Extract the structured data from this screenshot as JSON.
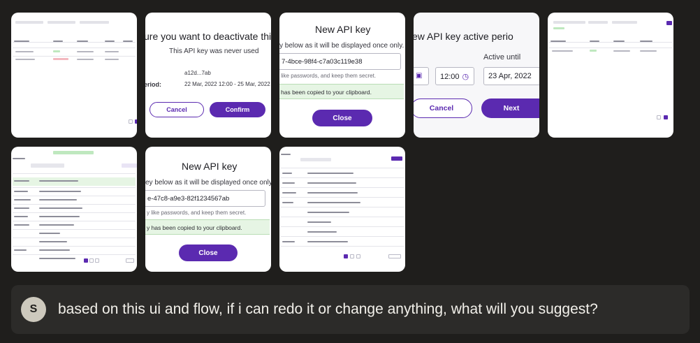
{
  "thumbs": {
    "deactivate": {
      "title": "ure you want to deactivate this",
      "subtitle": "This API key was never used",
      "key_value": "a12d...7ab",
      "period_label": "eriod:",
      "period_value": "22 Mar, 2022 12:00 - 25 Mar, 2022",
      "cancel": "Cancel",
      "confirm": "Confirm"
    },
    "new_key_a": {
      "title": "New API key",
      "instruction": "y below as it will be displayed once only.",
      "key": "7-4bce-98f4-c7a03c119e38",
      "note": "like passwords, and keep them secret.",
      "copied": "has been copied to your clipboard.",
      "close": "Close"
    },
    "active_period": {
      "title": "ew API key active perio",
      "active_until": "Active until",
      "time": "12:00",
      "date": "23 Apr, 2022",
      "cancel": "Cancel",
      "next": "Next"
    },
    "new_key_b": {
      "title": "New API key",
      "instruction": "ey below as it will be displayed once only.",
      "key": "e-47c8-a9e3-82f1234567ab",
      "note": "y like passwords, and keep them secret.",
      "copied": "y has been copied to your clipboard.",
      "close": "Close"
    }
  },
  "chat": {
    "avatar_letter": "S",
    "message": "based on this ui and flow, if i can redo it or change anything, what will you suggest?"
  },
  "colors": {
    "accent": "#5b2ab0",
    "success_bg": "#e6f5e4",
    "background": "#1f1e1c"
  }
}
